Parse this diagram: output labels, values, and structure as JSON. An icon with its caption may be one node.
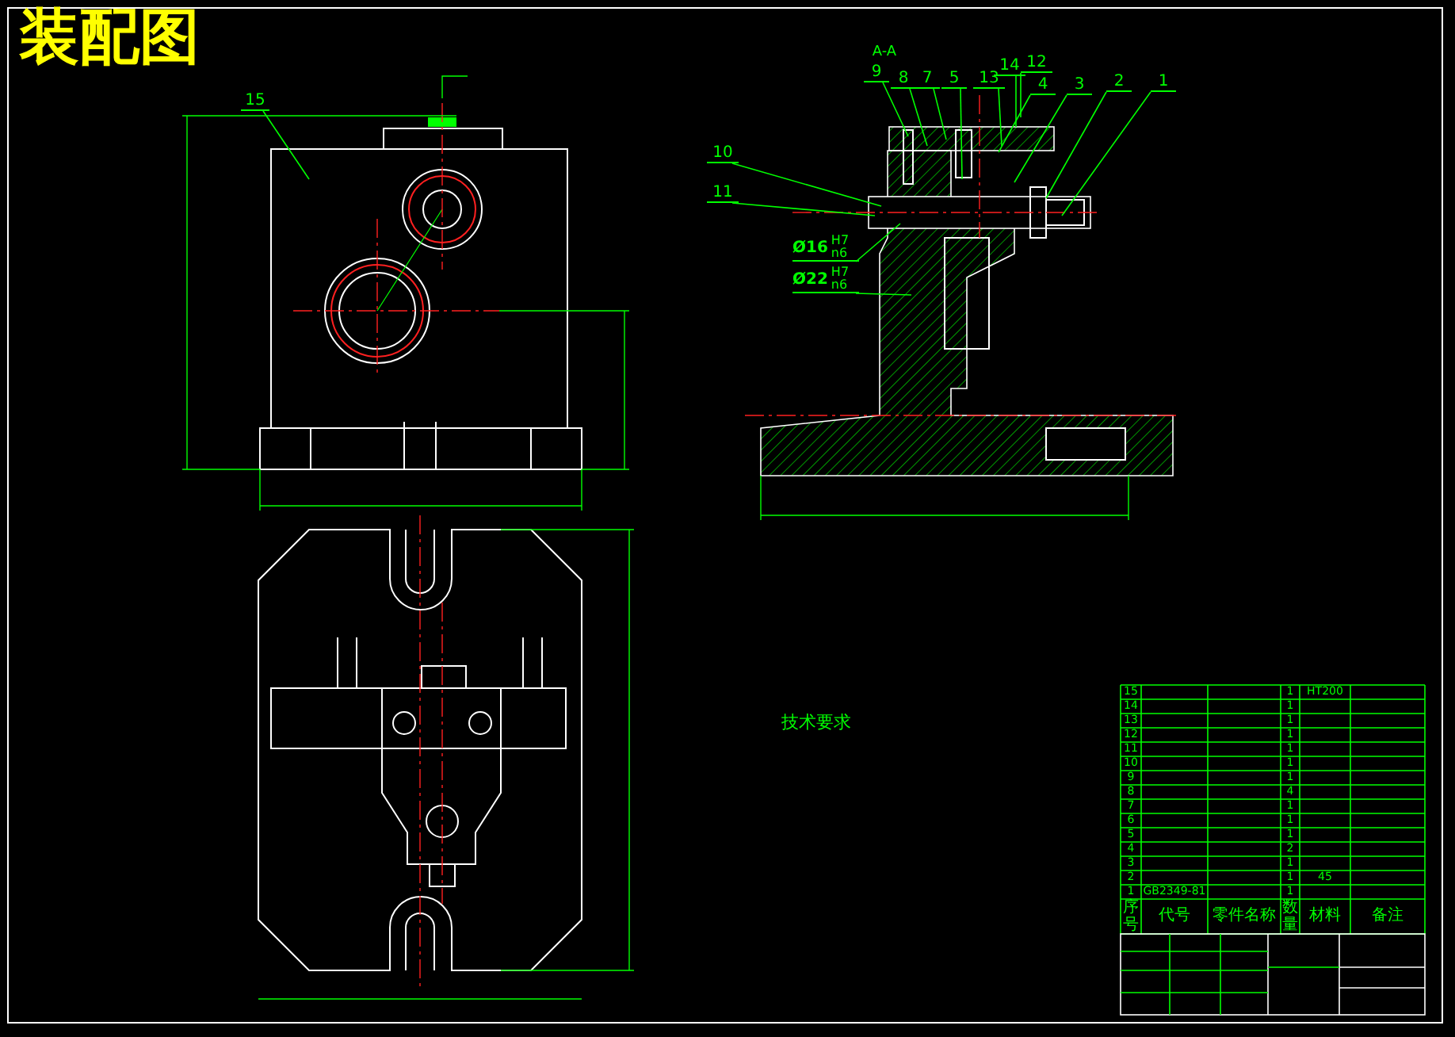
{
  "diagram": {
    "title": "装配图",
    "nodes": [
      {
        "text": [
          "15"
        ]
      },
      {
        "text": [
          "9"
        ]
      },
      {
        "text": [
          "8"
        ]
      },
      {
        "text": [
          "7"
        ]
      },
      {
        "text": [
          "5"
        ]
      },
      {
        "text": [
          "13"
        ]
      },
      {
        "text": [
          "14"
        ]
      },
      {
        "text": [
          "12"
        ]
      },
      {
        "text": [
          "4"
        ]
      },
      {
        "text": [
          "3"
        ]
      },
      {
        "text": [
          "2"
        ]
      },
      {
        "text": [
          "1"
        ]
      },
      {
        "text": [
          "10"
        ]
      },
      {
        "text": [
          "11"
        ]
      },
      {
        "text": [
          "Ø16",
          "H7",
          "n6"
        ]
      },
      {
        "text": [
          "Ø22",
          "H7",
          "n6"
        ]
      }
    ],
    "edges": [
      {
        "from": 0,
        "to": null,
        "arrow": "none"
      },
      {
        "from": 1,
        "to": null,
        "arrow": "none"
      },
      {
        "from": 2,
        "to": null,
        "arrow": "none"
      },
      {
        "from": 3,
        "to": null,
        "arrow": "none"
      },
      {
        "from": 4,
        "to": null,
        "arrow": "none"
      },
      {
        "from": 5,
        "to": null,
        "arrow": "none"
      },
      {
        "from": 6,
        "to": null,
        "arrow": "none"
      },
      {
        "from": 7,
        "to": null,
        "arrow": "none"
      },
      {
        "from": 8,
        "to": null,
        "arrow": "none"
      },
      {
        "from": 9,
        "to": null,
        "arrow": "none"
      },
      {
        "from": 10,
        "to": null,
        "arrow": "none"
      },
      {
        "from": 11,
        "to": null,
        "arrow": "none"
      },
      {
        "from": 12,
        "to": null,
        "arrow": "none"
      },
      {
        "from": 13,
        "to": null,
        "arrow": "none"
      },
      {
        "from": 14,
        "to": null,
        "arrow": "none"
      },
      {
        "from": 15,
        "to": null,
        "arrow": "none"
      }
    ],
    "labels": [
      "A-A",
      "技术要求",
      "15",
      "1",
      "HT200",
      "14",
      "1",
      "13",
      "1",
      "12",
      "1",
      "11",
      "1",
      "10",
      "1",
      "9",
      "1",
      "8",
      "4",
      "7",
      "1",
      "6",
      "1",
      "5",
      "1",
      "4",
      "2",
      "3",
      "1",
      "2",
      "1",
      "45",
      "1",
      "GB2349-81",
      "1",
      "序号",
      "代号",
      "零件名称",
      "数量",
      "材料",
      "备注"
    ]
  }
}
